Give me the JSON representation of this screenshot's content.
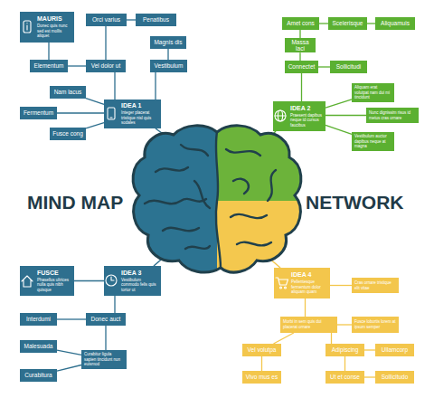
{
  "diagram": {
    "nodes": [
      {
        "text": [
          "MAURIS",
          "Donec quis nunc sed est mollis aliquet"
        ]
      },
      {
        "text": [
          "Orci varius"
        ]
      },
      {
        "text": [
          "Penatibus"
        ]
      },
      {
        "text": [
          "Magnis dis"
        ]
      },
      {
        "text": [
          "Elementum"
        ]
      },
      {
        "text": [
          "Vel dolor ut"
        ]
      },
      {
        "text": [
          "Vestibulum"
        ]
      },
      {
        "text": [
          "Nam lacus"
        ]
      },
      {
        "text": [
          "IDEA 1",
          "Integer placerat tristique nisl quis sodales"
        ]
      },
      {
        "text": [
          "Fermentum"
        ]
      },
      {
        "text": [
          "Fusce cong"
        ]
      },
      {
        "text": [
          "Amet cons"
        ]
      },
      {
        "text": [
          "Scelerisque"
        ]
      },
      {
        "text": [
          "Aliquamuis"
        ]
      },
      {
        "text": [
          "Massa laci"
        ]
      },
      {
        "text": [
          "Connectet"
        ]
      },
      {
        "text": [
          "Sollicitudi"
        ]
      },
      {
        "text": [
          "IDEA 2",
          "Praesent dapibus neque id cursus faucibus"
        ]
      },
      {
        "text": [
          "Aliquam erat volutpat nam dui mi tincidunt"
        ]
      },
      {
        "text": [
          "Nunc dignissim risus id metus cras ornare"
        ]
      },
      {
        "text": [
          "Vestibulum auctor dapibus neque at magna"
        ]
      },
      {
        "text": [
          "FUSCE",
          "Phasellus ultrices nulla quis nibh quisque"
        ]
      },
      {
        "text": [
          "IDEA 3",
          "Vestibulum commodo felis quis tortor ut"
        ]
      },
      {
        "text": [
          "Interdumi"
        ]
      },
      {
        "text": [
          "Donec auct"
        ]
      },
      {
        "text": [
          "Malesuada"
        ]
      },
      {
        "text": [
          "Curabitur ligula sapien tincidunt non euismod"
        ]
      },
      {
        "text": [
          "Curabitura"
        ]
      },
      {
        "text": [
          "IDEA 4",
          "Pellentesque fermentum dolor aliquam quam"
        ]
      },
      {
        "text": [
          "Cras ornare tristique elit vitae"
        ]
      },
      {
        "text": [
          "Morbi in sem quis dui placerat ornare"
        ]
      },
      {
        "text": [
          "Fusce lobortis lorem at ipsum semper"
        ]
      },
      {
        "text": [
          "Vel volutpa"
        ]
      },
      {
        "text": [
          "Adipiscing"
        ]
      },
      {
        "text": [
          "Ullamcorp"
        ]
      },
      {
        "text": [
          "Vivo mus es"
        ]
      },
      {
        "text": [
          "Ut et conse"
        ]
      },
      {
        "text": [
          "Sollicitudo"
        ]
      }
    ],
    "edges": [
      {
        "from": 0,
        "to": 4,
        "arrow": "none"
      },
      {
        "from": 4,
        "to": 5,
        "arrow": "none"
      },
      {
        "from": 1,
        "to": 2,
        "arrow": "none"
      },
      {
        "from": 1,
        "to": 5,
        "arrow": "none"
      },
      {
        "from": 5,
        "to": 8,
        "arrow": "none"
      },
      {
        "from": 3,
        "to": 6,
        "arrow": "none"
      },
      {
        "from": 6,
        "to": 8,
        "arrow": "none"
      },
      {
        "from": 7,
        "to": 8,
        "arrow": "none"
      },
      {
        "from": 9,
        "to": 8,
        "arrow": "none"
      },
      {
        "from": 10,
        "to": 8,
        "arrow": "none"
      },
      {
        "from": 11,
        "to": 12,
        "arrow": "none"
      },
      {
        "from": 12,
        "to": 13,
        "arrow": "none"
      },
      {
        "from": 11,
        "to": 14,
        "arrow": "none"
      },
      {
        "from": 14,
        "to": 15,
        "arrow": "none"
      },
      {
        "from": 15,
        "to": 16,
        "arrow": "none"
      },
      {
        "from": 15,
        "to": 17,
        "arrow": "none"
      },
      {
        "from": 17,
        "to": 18,
        "arrow": "none"
      },
      {
        "from": 17,
        "to": 19,
        "arrow": "none"
      },
      {
        "from": 17,
        "to": 20,
        "arrow": "none"
      },
      {
        "from": 21,
        "to": 22,
        "arrow": "none"
      },
      {
        "from": 22,
        "to": 24,
        "arrow": "none"
      },
      {
        "from": 23,
        "to": 24,
        "arrow": "none"
      },
      {
        "from": 24,
        "to": 26,
        "arrow": "none"
      },
      {
        "from": 25,
        "to": 26,
        "arrow": "none"
      },
      {
        "from": 27,
        "to": 26,
        "arrow": "none"
      },
      {
        "from": 28,
        "to": 29,
        "arrow": "none"
      },
      {
        "from": 28,
        "to": 30,
        "arrow": "none"
      },
      {
        "from": 30,
        "to": 31,
        "arrow": "none"
      },
      {
        "from": 30,
        "to": 32,
        "arrow": "none"
      },
      {
        "from": 30,
        "to": 33,
        "arrow": "none"
      },
      {
        "from": 32,
        "to": 35,
        "arrow": "none"
      },
      {
        "from": 33,
        "to": 34,
        "arrow": "none"
      },
      {
        "from": 33,
        "to": 36,
        "arrow": "none"
      },
      {
        "from": 36,
        "to": 37,
        "arrow": "none"
      }
    ],
    "labels": [
      "MIND MAP",
      "NETWORK"
    ]
  }
}
